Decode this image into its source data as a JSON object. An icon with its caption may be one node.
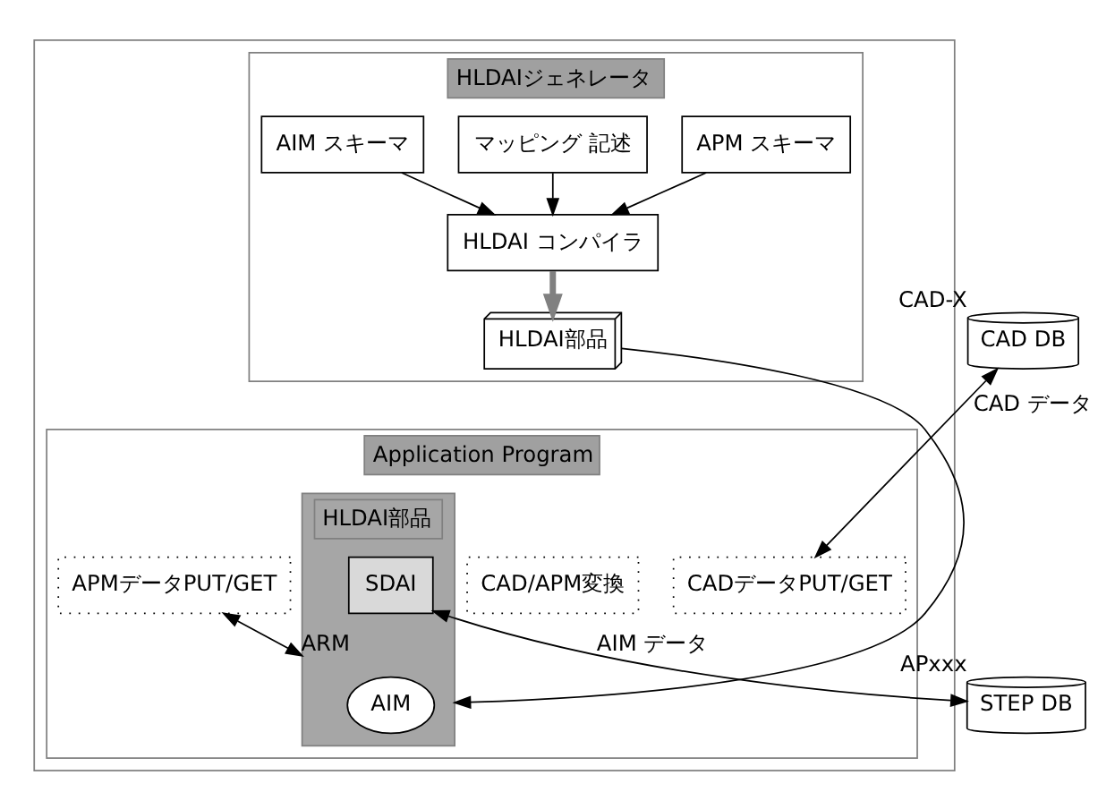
{
  "diagram": {
    "nodes": [
      {
        "text": [],
        "shape": "box"
      },
      {
        "text": [
          "HLDAIジェネレータ"
        ],
        "in": 0
      },
      {
        "text": [
          "APM スキーマ"
        ],
        "in": 1
      },
      {
        "text": [
          "マッピング 記述"
        ],
        "in": 1
      },
      {
        "text": [
          "AIM スキーマ"
        ],
        "in": 1
      },
      {
        "text": [
          "HLDAI コンパイラ"
        ],
        "in": 1
      },
      {
        "text": [
          "HLDAI部品"
        ],
        "in": 1
      },
      {
        "text": [
          "Application Program"
        ],
        "in": 0
      },
      {
        "text": [
          "CADデータPUT/GET"
        ],
        "in": 7
      },
      {
        "text": [
          "CAD/APM変換"
        ],
        "in": 7
      },
      {
        "text": [
          "APMデータPUT/GET"
        ],
        "in": 7
      },
      {
        "text": [
          "HLDAI部品"
        ],
        "in": 7
      },
      {
        "text": [
          "AIM"
        ],
        "in": 11
      },
      {
        "text": [
          "SDAI"
        ],
        "in": 11
      },
      {
        "text": [
          "CAD DB"
        ],
        "beside": [
          "CAD-X"
        ]
      },
      {
        "text": [
          "STEP DB"
        ],
        "beside": [
          "APxxx"
        ]
      }
    ],
    "edges": [
      {
        "from": 2,
        "to": 5,
        "arrow": "to"
      },
      {
        "from": 3,
        "to": 5,
        "arrow": "to"
      },
      {
        "from": 4,
        "to": 5,
        "arrow": "to"
      },
      {
        "from": 5,
        "to": 6,
        "arrow": "to",
        "style": "thick",
        "color": "#808080"
      },
      {
        "from": 6,
        "to": 11,
        "arrow": "to"
      },
      {
        "from": 14,
        "to": 8,
        "arrow": "both",
        "label": "CAD データ"
      },
      {
        "from": 10,
        "to": 11,
        "arrow": "both",
        "label": "ARM"
      },
      {
        "from": 13,
        "to": 15,
        "arrow": "both",
        "label": "AIM データ"
      }
    ]
  }
}
